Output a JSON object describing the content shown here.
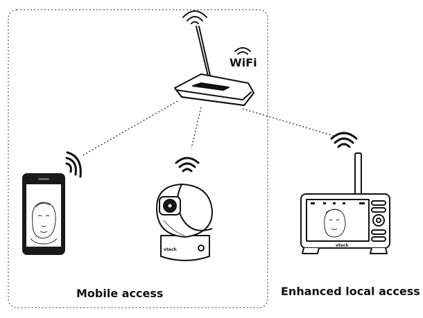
{
  "wifi_label": "WiFi",
  "captions": {
    "mobile": "Mobile access",
    "local": "Enhanced local access"
  },
  "brand": "vtech",
  "devices": {
    "router": "wifi-router",
    "phone": "smartphone",
    "camera": "baby-camera",
    "monitor": "parent-monitor"
  },
  "colors": {
    "line": "#111111",
    "dashed_border": "#444444"
  }
}
